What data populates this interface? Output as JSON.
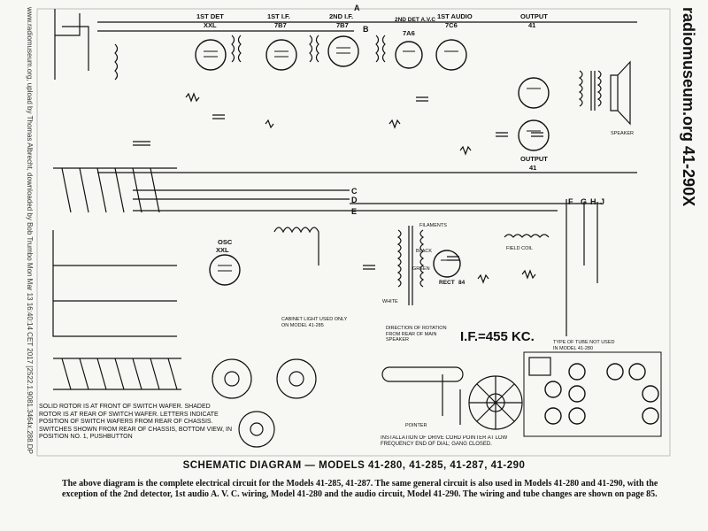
{
  "watermark": {
    "right": "radiomuseum.org 41-290X",
    "left": "www.radiomuseum.org, upload by Thomas Albrecht, downloaded by Bob Trumbo Mon Mar 13 16:40:14 CET 2017 [2522.1.9081.3464x.288.DP6"
  },
  "tubes": [
    {
      "stage": "1ST DET",
      "type": "XXL"
    },
    {
      "stage": "1ST I.F.",
      "type": "7B7"
    },
    {
      "stage": "2ND I.F.",
      "type": "7B7"
    },
    {
      "stage": "2ND DET A.V.C",
      "type": "7A6"
    },
    {
      "stage": "1ST AUDIO",
      "type": "7C6"
    },
    {
      "stage": "OUTPUT",
      "type": "41"
    },
    {
      "stage": "OUTPUT",
      "type": "41"
    },
    {
      "stage": "OSC",
      "type": "XXL"
    },
    {
      "stage": "RECT",
      "type": "84"
    }
  ],
  "bus_letters": [
    "A",
    "B",
    "C",
    "D",
    "E",
    "F",
    "G",
    "H",
    "J"
  ],
  "if_freq": "I.F.=455 KC.",
  "notes": {
    "rotor": "SOLID ROTOR IS AT FRONT OF SWITCH WAFER. SHADED ROTOR IS AT REAR OF SWITCH WAFER. LETTERS INDICATE POSITION OF SWITCH WAFERS FROM REAR OF CHASSIS. SWITCHES SHOWN FROM REAR OF CHASSIS, BOTTOM VIEW, IN POSITION No. 1, PUSHBUTTON",
    "dial": "INSTALLATION OF DRIVE CORD POINTER AT LOW FREQUENCY END OF DIAL; GANG CLOSED.",
    "direction": "DIRECTION OF ROTATION FROM REAR OF MAIN SPEAKER",
    "cabinet_light": "CABINET LIGHT USED ONLY ON MODEL 41-285",
    "tube_location": "TYPE OF TUBE NOT USED IN MODEL 41-280",
    "pointer": "POINTER"
  },
  "labels": {
    "filaments": "FILAMENTS",
    "field_coil": "FIELD COIL",
    "speaker": "SPEAKER",
    "black": "BLACK",
    "green": "GREEN",
    "white": "WHITE"
  },
  "title": "SCHEMATIC DIAGRAM — MODELS 41-280, 41-285, 41-287, 41-290",
  "caption": "The above diagram is the complete electrical circuit for the Models 41-285, 41-287. The same general circuit is also used in Models 41-280 and 41-290, with the exception of the 2nd detector, 1st audio A. V. C. wiring, Model 41-280 and the audio circuit, Model 41-290. The wiring and tube changes are shown on page 85."
}
